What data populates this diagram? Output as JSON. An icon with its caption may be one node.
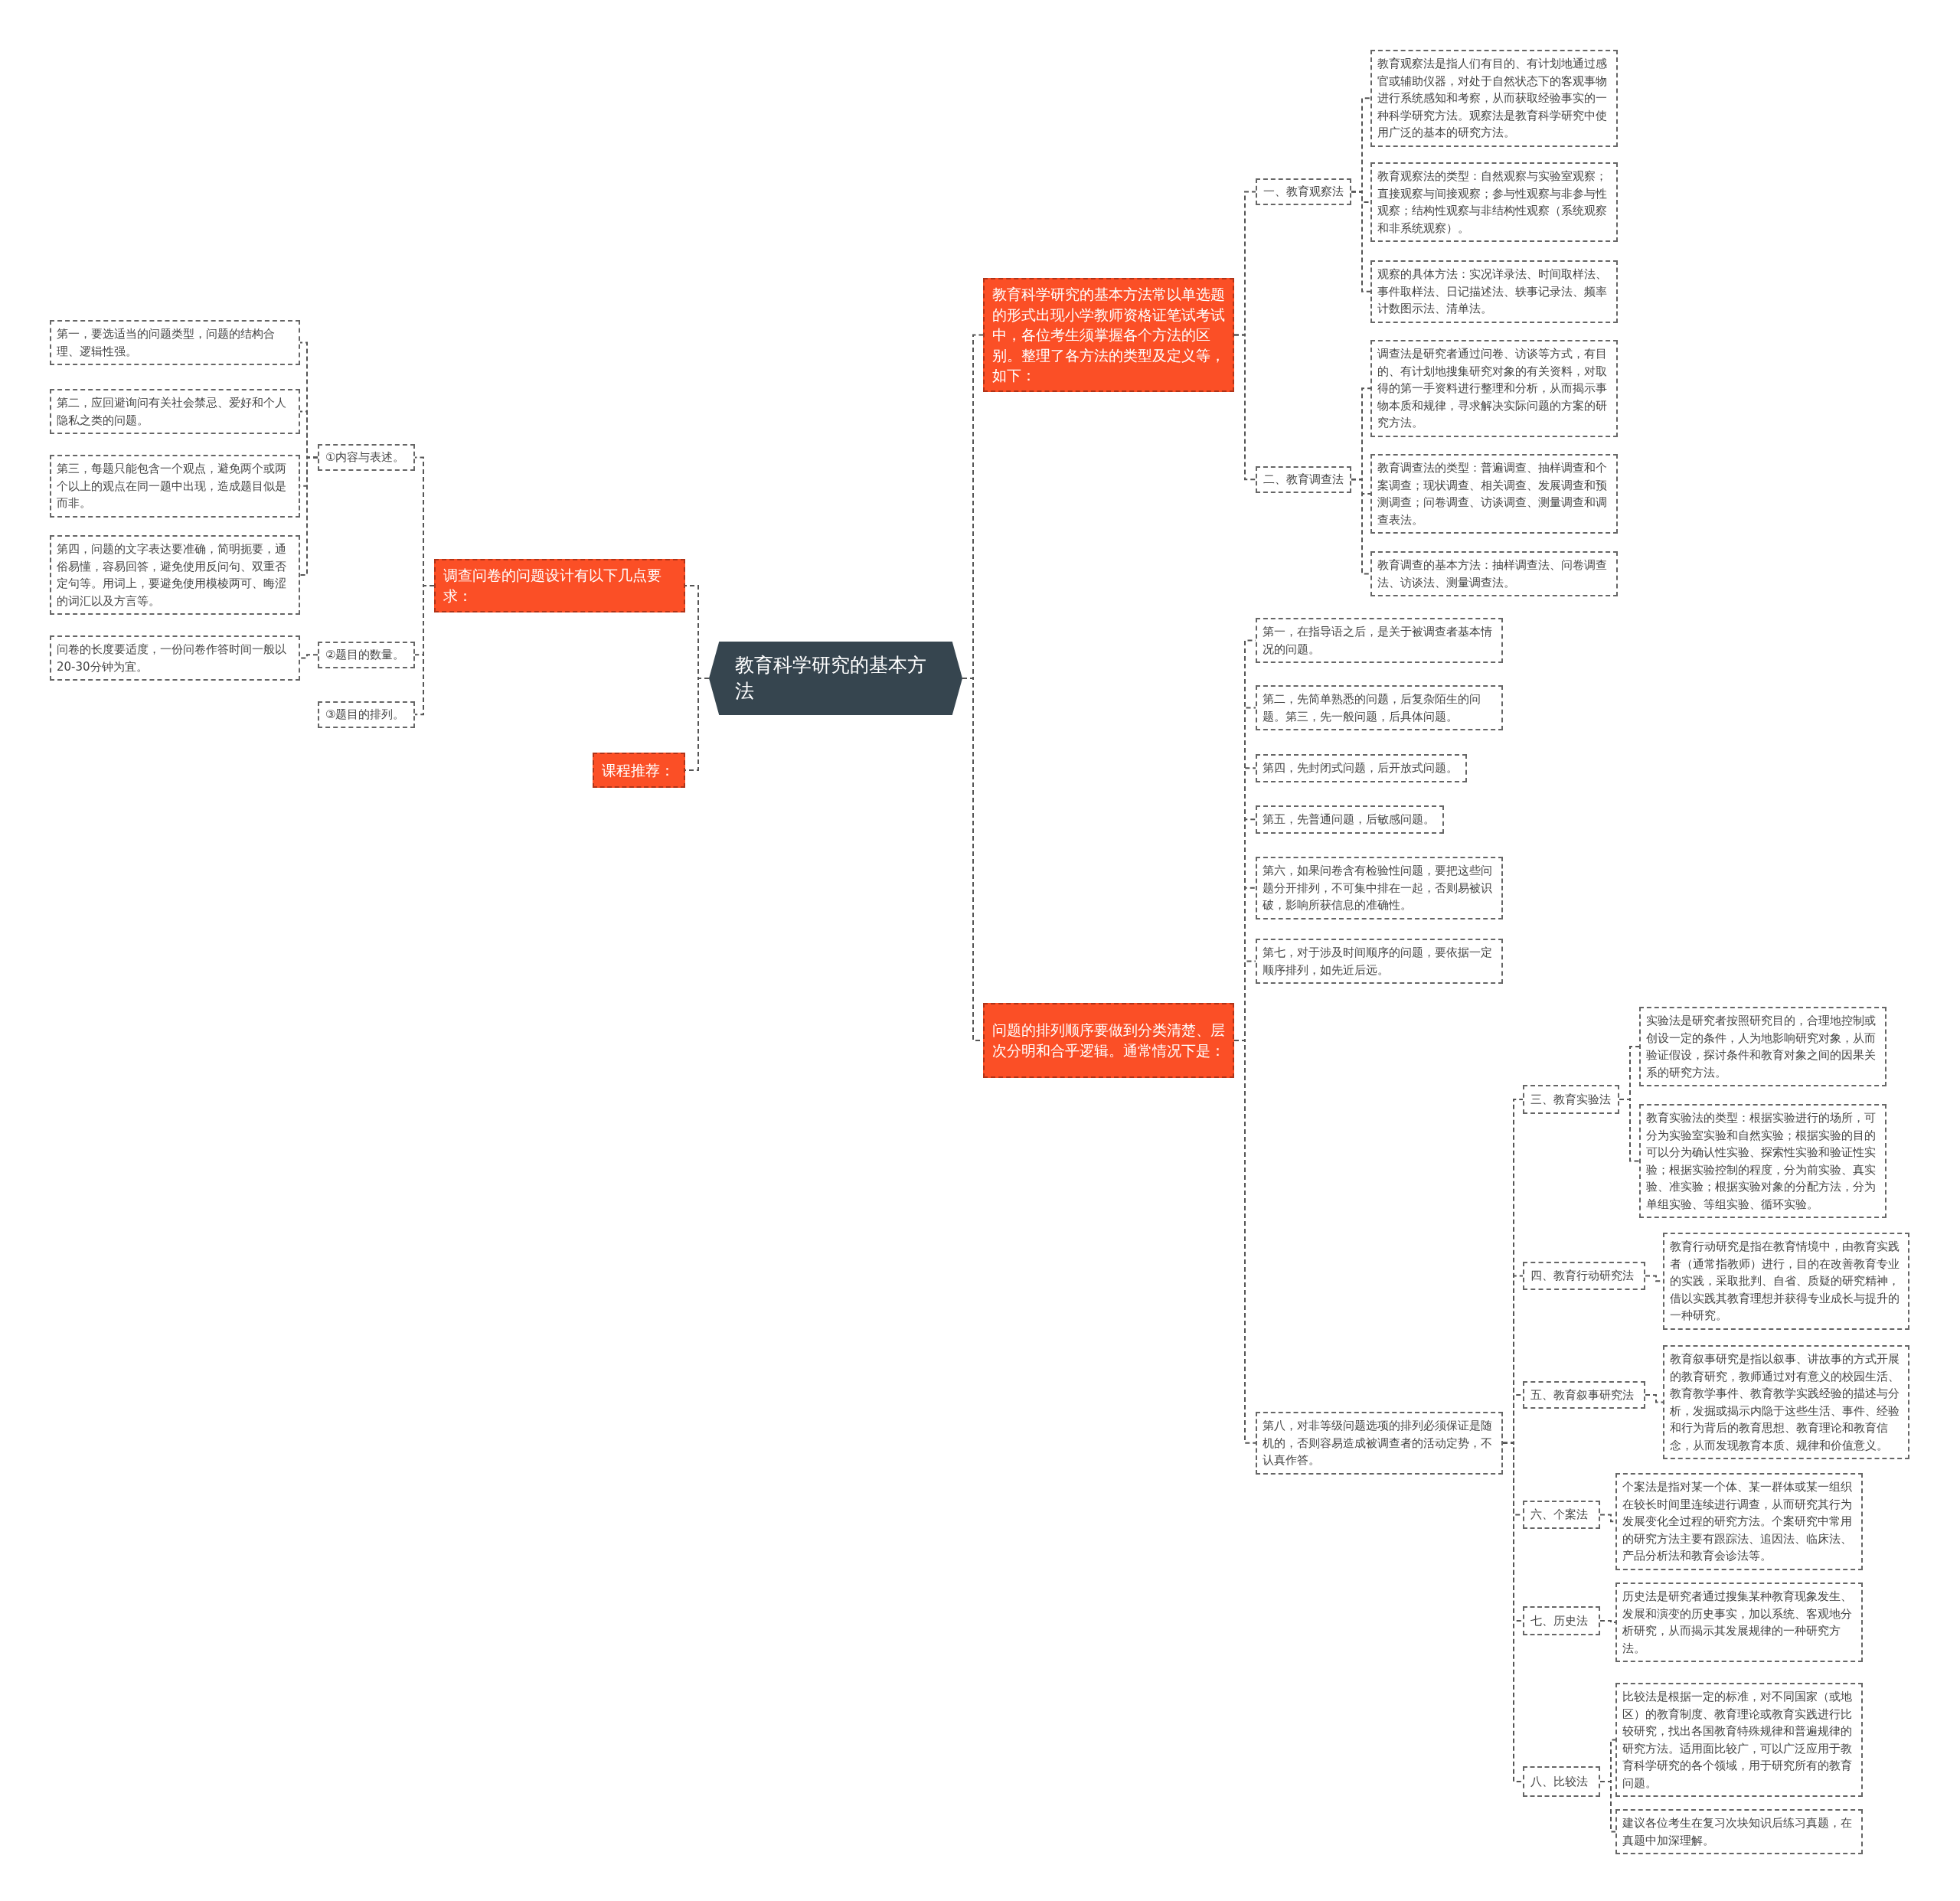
{
  "diagram": {
    "nodes": [
      {
        "text": [
          "教育科学研究的基本方法"
        ]
      },
      {
        "text": [
          "调查问卷的问题设计有以下几点要求："
        ]
      },
      {
        "text": [
          "①内容与表述。"
        ]
      },
      {
        "text": [
          "第一，要选适当的问题类型，问题的结构合理、逻辑性强。"
        ]
      },
      {
        "text": [
          "第二，应回避询问有关社会禁忌、爱好和个人隐私之类的问题。"
        ]
      },
      {
        "text": [
          "第三，每题只能包含一个观点，避免两个或两个以上的观点在同一题中出现，造成题目似是而非。"
        ]
      },
      {
        "text": [
          "第四，问题的文字表达要准确，简明扼要，通俗易懂，容易回答，避免使用反问句、双重否定句等。用词上，要避免使用模棱两可、晦涩的词汇以及方言等。"
        ]
      },
      {
        "text": [
          "②题目的数量。"
        ]
      },
      {
        "text": [
          "问卷的长度要适度，一份问卷作答时间一般以20-30分钟为宜。"
        ]
      },
      {
        "text": [
          "③题目的排列。"
        ]
      },
      {
        "text": [
          "课程推荐："
        ]
      },
      {
        "text": [
          "教育科学研究的基本方法常以单选题的形式出现小学教师资格证笔试考试中，各位考生须掌握各个方法的区别。整理了各方法的类型及定义等，如下："
        ]
      },
      {
        "text": [
          "一、教育观察法"
        ]
      },
      {
        "text": [
          "教育观察法是指人们有目的、有计划地通过感官或辅助仪器，对处于自然状态下的客观事物进行系统感知和考察，从而获取经验事实的一种科学研究方法。观察法是教育科学研究中使用广泛的基本的研究方法。"
        ]
      },
      {
        "text": [
          "教育观察法的类型：自然观察与实验室观察；直接观察与间接观察；参与性观察与非参与性观察；结构性观察与非结构性观察（系统观察和非系统观察）。"
        ]
      },
      {
        "text": [
          "观察的具体方法：实况详录法、时间取样法、事件取样法、日记描述法、轶事记录法、频率计数图示法、清单法。"
        ]
      },
      {
        "text": [
          "二、教育调查法"
        ]
      },
      {
        "text": [
          "调查法是研究者通过问卷、访谈等方式，有目的、有计划地搜集研究对象的有关资料，对取得的第一手资料进行整理和分析，从而揭示事物本质和规律，寻求解决实际问题的方案的研究方法。"
        ]
      },
      {
        "text": [
          "教育调查法的类型：普遍调查、抽样调查和个案调查；现状调查、相关调查、发展调查和预测调查；问卷调查、访谈调查、测量调查和调查表法。"
        ]
      },
      {
        "text": [
          "教育调查的基本方法：抽样调查法、问卷调查法、访谈法、测量调查法。"
        ]
      },
      {
        "text": [
          "问题的排列顺序要做到分类清楚、层次分明和合乎逻辑。通常情况下是："
        ]
      },
      {
        "text": [
          "第一，在指导语之后，是关于被调查者基本情况的问题。"
        ]
      },
      {
        "text": [
          "第二，先简单熟悉的问题，后复杂陌生的问题。第三，先一般问题，后具体问题。"
        ]
      },
      {
        "text": [
          "第四，先封闭式问题，后开放式问题。"
        ]
      },
      {
        "text": [
          "第五，先普通问题，后敏感问题。"
        ]
      },
      {
        "text": [
          "第六，如果问卷含有检验性问题，要把这些问题分开排列，不可集中排在一起，否则易被识破，影响所获信息的准确性。"
        ]
      },
      {
        "text": [
          "第七，对于涉及时间顺序的问题，要依据一定顺序排列，如先近后远。"
        ]
      },
      {
        "text": [
          "第八，对非等级问题选项的排列必须保证是随机的，否则容易造成被调查者的活动定势，不认真作答。"
        ]
      },
      {
        "text": [
          "三、教育实验法"
        ]
      },
      {
        "text": [
          "实验法是研究者按照研究目的，合理地控制或创设一定的条件，人为地影响研究对象，从而验证假设，探讨条件和教育对象之间的因果关系的研究方法。"
        ]
      },
      {
        "text": [
          "教育实验法的类型：根据实验进行的场所，可分为实验室实验和自然实验；根据实验的目的可以分为确认性实验、探索性实验和验证性实验；根据实验控制的程度，分为前实验、真实验、准实验；根据实验对象的分配方法，分为单组实验、等组实验、循环实验。"
        ]
      },
      {
        "text": [
          "四、教育行动研究法"
        ]
      },
      {
        "text": [
          "教育行动研究是指在教育情境中，由教育实践者（通常指教师）进行，目的在改善教育专业的实践，采取批判、自省、质疑的研究精神，借以实践其教育理想并获得专业成长与提升的一种研究。"
        ]
      },
      {
        "text": [
          "五、教育叙事研究法"
        ]
      },
      {
        "text": [
          "教育叙事研究是指以叙事、讲故事的方式开展的教育研究，教师通过对有意义的校园生活、教育教学事件、教育教学实践经验的描述与分析，发掘或揭示内隐于这些生活、事件、经验和行为背后的教育思想、教育理论和教育信念，从而发现教育本质、规律和价值意义。"
        ]
      },
      {
        "text": [
          "六、个案法"
        ]
      },
      {
        "text": [
          "个案法是指对某一个体、某一群体或某一组织在较长时间里连续进行调查，从而研究其行为发展变化全过程的研究方法。个案研究中常用的研究方法主要有跟踪法、追因法、临床法、产品分析法和教育会诊法等。"
        ]
      },
      {
        "text": [
          "七、历史法"
        ]
      },
      {
        "text": [
          "历史法是研究者通过搜集某种教育现象发生、发展和演变的历史事实，加以系统、客观地分析研究，从而揭示其发展规律的一种研究方法。"
        ]
      },
      {
        "text": [
          "八、比较法"
        ]
      },
      {
        "text": [
          "比较法是根据一定的标准，对不同国家（或地区）的教育制度、教育理论或教育实践进行比较研究，找出各国教育特殊规律和普遍规律的研究方法。适用面比较广，可以广泛应用于教育科学研究的各个领域，用于研究所有的教育问题。"
        ]
      },
      {
        "text": [
          "建议各位考生在复习次块知识后练习真题，在真题中加深理解。"
        ]
      }
    ],
    "edges": [
      {
        "from": 0,
        "to": 1,
        "arrow": "none"
      },
      {
        "from": 0,
        "to": 10,
        "arrow": "none"
      },
      {
        "from": 0,
        "to": 11,
        "arrow": "none"
      },
      {
        "from": 0,
        "to": 20,
        "arrow": "none"
      },
      {
        "from": 1,
        "to": 2,
        "arrow": "none"
      },
      {
        "from": 1,
        "to": 7,
        "arrow": "none"
      },
      {
        "from": 1,
        "to": 9,
        "arrow": "none"
      },
      {
        "from": 2,
        "to": 3,
        "arrow": "none"
      },
      {
        "from": 2,
        "to": 4,
        "arrow": "none"
      },
      {
        "from": 2,
        "to": 5,
        "arrow": "none"
      },
      {
        "from": 2,
        "to": 6,
        "arrow": "none"
      },
      {
        "from": 7,
        "to": 8,
        "arrow": "none"
      },
      {
        "from": 11,
        "to": 12,
        "arrow": "none"
      },
      {
        "from": 11,
        "to": 16,
        "arrow": "none"
      },
      {
        "from": 12,
        "to": 13,
        "arrow": "none"
      },
      {
        "from": 12,
        "to": 14,
        "arrow": "none"
      },
      {
        "from": 12,
        "to": 15,
        "arrow": "none"
      },
      {
        "from": 16,
        "to": 17,
        "arrow": "none"
      },
      {
        "from": 16,
        "to": 18,
        "arrow": "none"
      },
      {
        "from": 16,
        "to": 19,
        "arrow": "none"
      },
      {
        "from": 20,
        "to": 21,
        "arrow": "none"
      },
      {
        "from": 20,
        "to": 22,
        "arrow": "none"
      },
      {
        "from": 20,
        "to": 23,
        "arrow": "none"
      },
      {
        "from": 20,
        "to": 24,
        "arrow": "none"
      },
      {
        "from": 20,
        "to": 25,
        "arrow": "none"
      },
      {
        "from": 20,
        "to": 26,
        "arrow": "none"
      },
      {
        "from": 20,
        "to": 27,
        "arrow": "none"
      },
      {
        "from": 27,
        "to": 28,
        "arrow": "none"
      },
      {
        "from": 27,
        "to": 31,
        "arrow": "none"
      },
      {
        "from": 27,
        "to": 33,
        "arrow": "none"
      },
      {
        "from": 27,
        "to": 35,
        "arrow": "none"
      },
      {
        "from": 27,
        "to": 37,
        "arrow": "none"
      },
      {
        "from": 27,
        "to": 39,
        "arrow": "none"
      },
      {
        "from": 28,
        "to": 29,
        "arrow": "none"
      },
      {
        "from": 28,
        "to": 30,
        "arrow": "none"
      },
      {
        "from": 31,
        "to": 32,
        "arrow": "none"
      },
      {
        "from": 33,
        "to": 34,
        "arrow": "none"
      },
      {
        "from": 35,
        "to": 36,
        "arrow": "none"
      },
      {
        "from": 37,
        "to": 38,
        "arrow": "none"
      },
      {
        "from": 39,
        "to": 40,
        "arrow": "none"
      },
      {
        "from": 39,
        "to": 41,
        "arrow": "none"
      }
    ]
  }
}
